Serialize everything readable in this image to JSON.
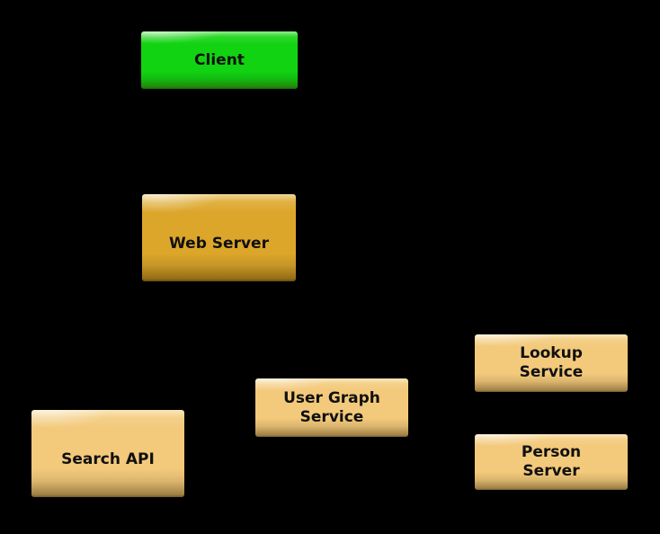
{
  "canvas": {
    "background_color": "#000000",
    "text_color": "#101010"
  },
  "diagram": {
    "type": "architecture-diagram",
    "nodes": {
      "client": {
        "label": "Client",
        "fill": "#12d312"
      },
      "web_server": {
        "label": "Web Server",
        "fill": "#dca62a"
      },
      "search_api": {
        "label": "Search API",
        "fill": "#f3c97b"
      },
      "user_graph_service": {
        "label": "User Graph Service",
        "lines": [
          "User Graph",
          "Service"
        ],
        "fill": "#f3c97b"
      },
      "lookup_service": {
        "label": "Lookup Service",
        "lines": [
          "Lookup",
          "Service"
        ],
        "fill": "#f3c97b"
      },
      "person_server": {
        "label": "Person Server",
        "lines": [
          "Person",
          "Server"
        ],
        "fill": "#f3c97b"
      }
    }
  }
}
